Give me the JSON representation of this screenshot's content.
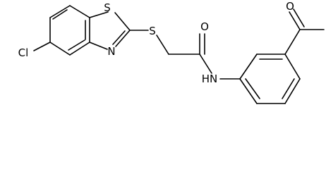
{
  "molecule": {
    "atoms": {
      "s_thiazole": "S",
      "n_thiazole": "N",
      "s_thioether": "S",
      "o_amide": "O",
      "nh_amide": "HN",
      "o_acetyl": "O",
      "cl": "Cl"
    }
  }
}
